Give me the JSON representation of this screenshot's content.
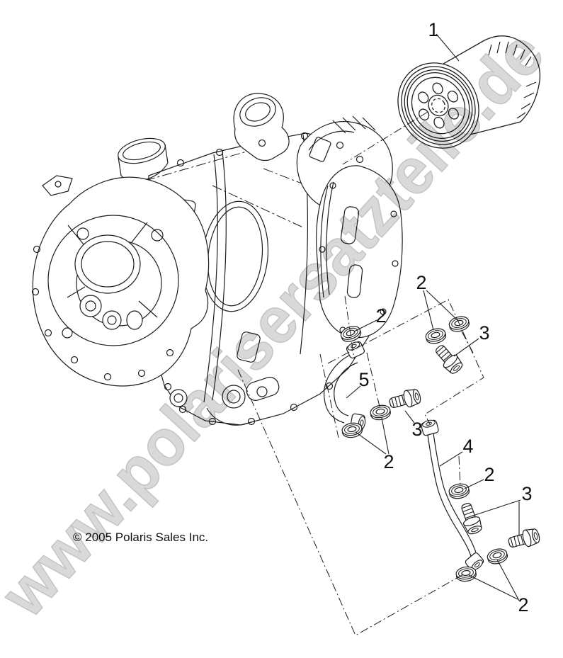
{
  "page": {
    "background": "#ffffff",
    "line_color": "#1d1d1d",
    "watermark_color": "#d9d9d9",
    "watermark_outline": "#c3c3c3"
  },
  "watermark": {
    "text": "www.polarisersatzteile.de"
  },
  "footer": {
    "copyright": "© 2005 Polaris Sales Inc."
  },
  "callouts": [
    "1",
    "2",
    "2",
    "3",
    "5",
    "3",
    "2",
    "4",
    "2",
    "3",
    "2"
  ]
}
